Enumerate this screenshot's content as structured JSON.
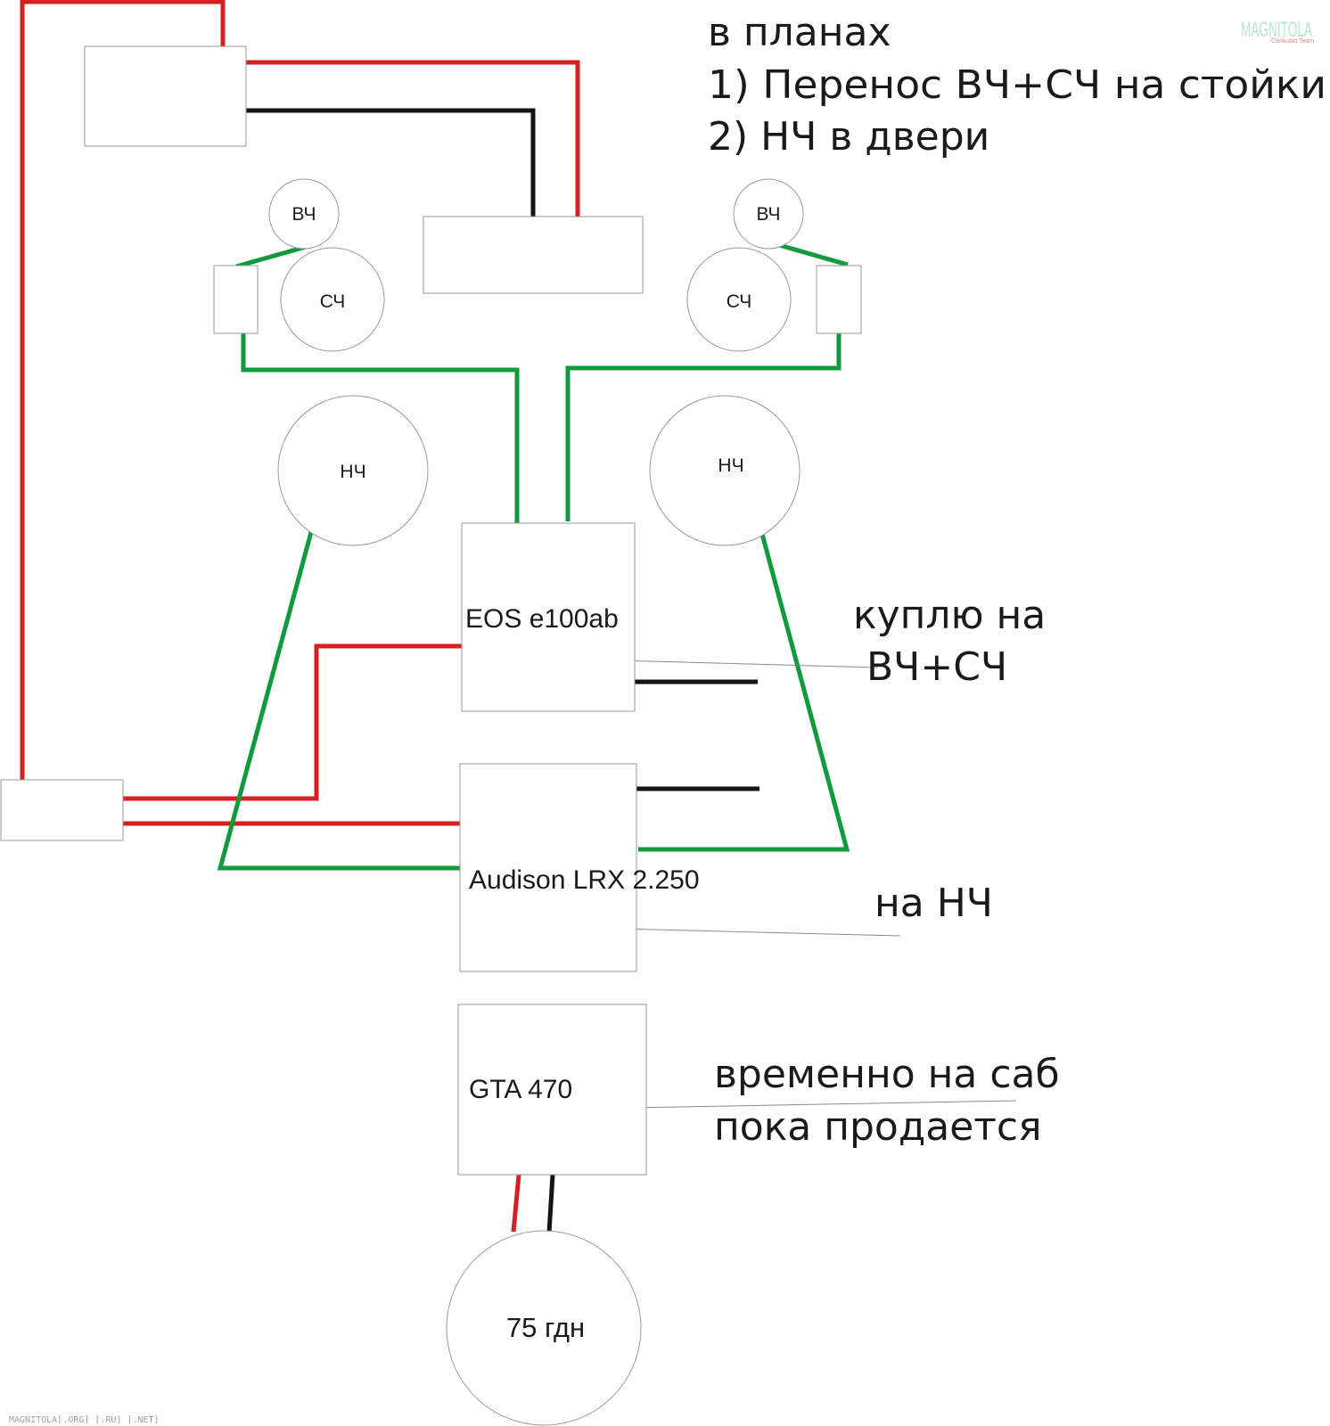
{
  "colors": {
    "red_wire": "#d42020",
    "black_wire": "#151515",
    "green_wire": "#0f9a3c"
  },
  "plans": {
    "heading": "в планах",
    "item1": "1) Перенос ВЧ+СЧ на стойки",
    "item2": "2) НЧ в двери"
  },
  "logo": {
    "text": "MAGNITOLA",
    "sub": "CarAudio Team"
  },
  "speakers": {
    "tweeter_left": "ВЧ",
    "tweeter_right": "ВЧ",
    "mid_left": "СЧ",
    "mid_right": "СЧ",
    "woofer_left": "НЧ",
    "woofer_right": "НЧ",
    "sub": "75 гдн"
  },
  "amps": {
    "eos": "EOS e100ab",
    "audison": "Audison LRX 2.250",
    "gta": "GTA 470"
  },
  "notes": {
    "eos_1": "куплю на",
    "eos_2": "ВЧ+СЧ",
    "audison": "на НЧ",
    "gta_1": "временно на саб",
    "gta_2": "пока продается"
  },
  "footer": "MAGNITOLA[.ORG] [.RU] [.NET]"
}
